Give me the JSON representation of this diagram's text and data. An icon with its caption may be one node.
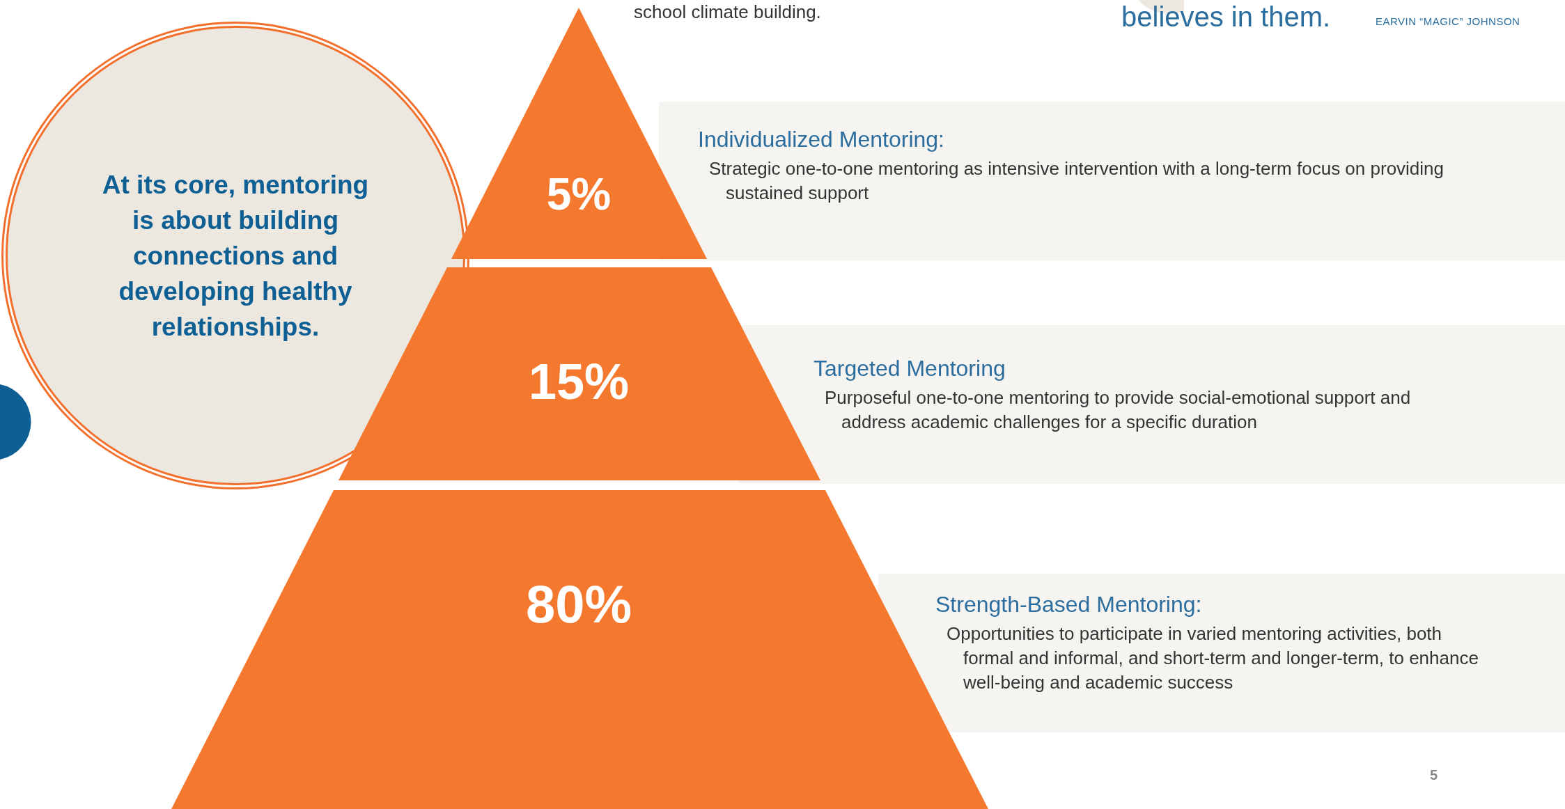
{
  "diagram": {
    "nodes": [
      {
        "text": [
          "At its core, mentoring is about building connections and developing healthy relationships."
        ]
      },
      {
        "text": [
          "5%"
        ]
      },
      {
        "text": [
          "15%"
        ]
      },
      {
        "text": [
          "80%"
        ]
      },
      {
        "text": [
          "Individualized Mentoring:",
          "Strategic one-to-one mentoring as intensive intervention with a long-term focus on providing sustained support"
        ]
      },
      {
        "text": [
          "Targeted Mentoring",
          "Purposeful one-to-one mentoring to provide social-emotional support and address academic challenges for a specific duration"
        ]
      },
      {
        "text": [
          "Strength-Based Mentoring:",
          "Opportunities to participate in varied mentoring activities, both formal and informal, and short-term and longer-term, to enhance well-being and academic success"
        ]
      }
    ],
    "labels": [
      "school climate building.",
      "believes in them.",
      "EARVIN “MAGIC” JOHNSON",
      "5"
    ]
  }
}
